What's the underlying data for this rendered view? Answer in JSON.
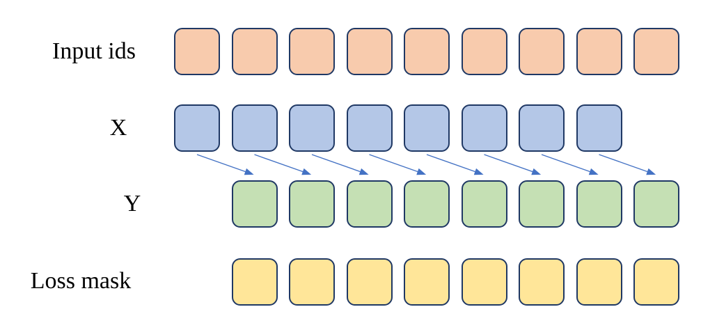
{
  "colors": {
    "background": "#FFFFFF",
    "square_border": "#1F3864",
    "label_text": "#000000"
  },
  "rows": [
    {
      "name": "input-ids",
      "label": "Input ids",
      "count": 9,
      "fill": "#F8CBAD",
      "offset_slots": 0
    },
    {
      "name": "x",
      "label": "X",
      "count": 8,
      "fill": "#B4C7E7",
      "offset_slots": 0
    },
    {
      "name": "y",
      "label": "Y",
      "count": 8,
      "fill": "#C5E0B4",
      "offset_slots": 1
    },
    {
      "name": "loss-mask",
      "label": "Loss mask",
      "count": 8,
      "fill": "#FFE699",
      "offset_slots": 1
    }
  ],
  "arrows": {
    "count": 8,
    "color": "#4472C4",
    "from_row": "X",
    "to_row": "Y",
    "direction": "down-right"
  }
}
